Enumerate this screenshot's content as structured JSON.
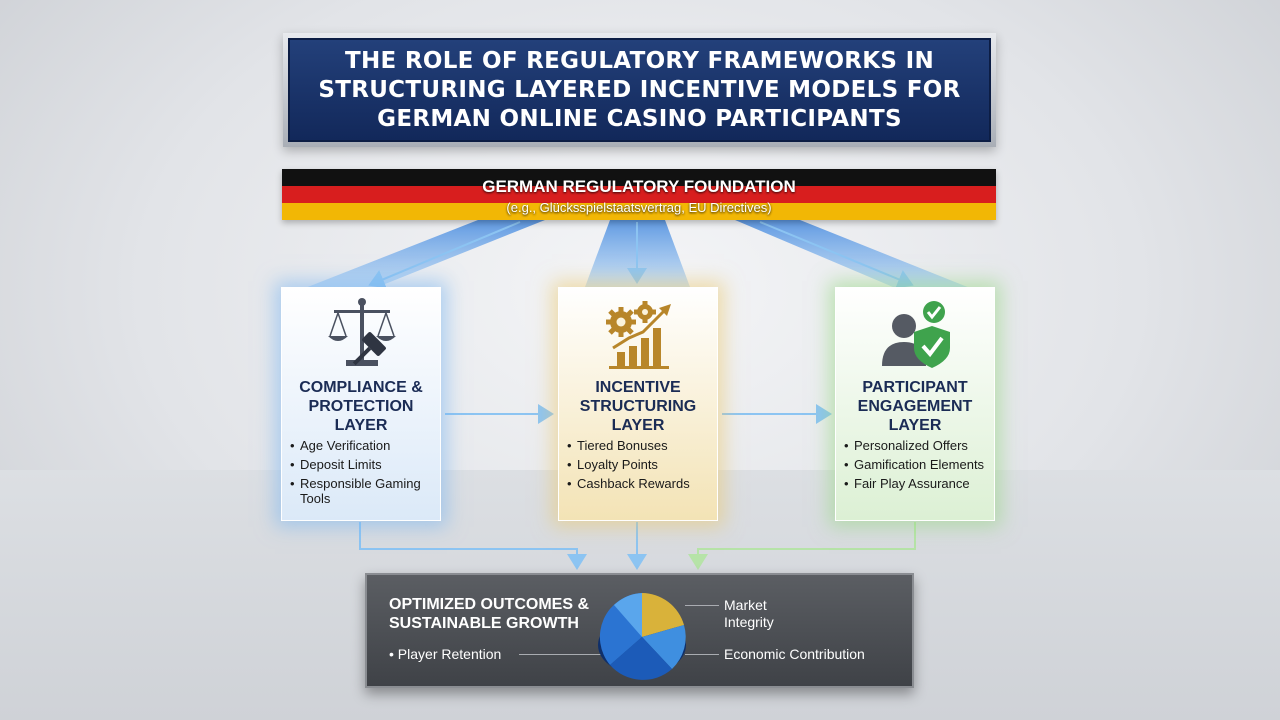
{
  "title": "THE ROLE OF REGULATORY FRAMEWORKS IN STRUCTURING LAYERED INCENTIVE MODELS FOR GERMAN ONLINE CASINO PARTICIPANTS",
  "foundation": {
    "title": "GERMAN REGULATORY FOUNDATION",
    "subtitle": "(e.g., Glücksspielstaatsvertrag, EU Directives)",
    "flag_colors": [
      "#111111",
      "#d81e1e",
      "#f2b705"
    ]
  },
  "layers": [
    {
      "title": "COMPLIANCE & PROTECTION LAYER",
      "icon": "scales-of-justice-gavel-icon",
      "accent": "#78b4f0",
      "items": [
        "Age Verification",
        "Deposit Limits",
        "Responsible Gaming Tools"
      ]
    },
    {
      "title": "INCENTIVE STRUCTURING LAYER",
      "icon": "gears-growth-chart-icon",
      "accent": "#ebc86e",
      "items": [
        "Tiered Bonuses",
        "Loyalty Points",
        "Cashback Rewards"
      ]
    },
    {
      "title": "PARTICIPANT ENGAGEMENT LAYER",
      "icon": "user-shield-check-icon",
      "accent": "#96d782",
      "items": [
        "Personalized Offers",
        "Gamification Elements",
        "Fair Play Assurance"
      ]
    }
  ],
  "outcome": {
    "title": "OPTIMIZED OUTCOMES & SUSTAINABLE GROWTH",
    "icon": "pie-chart-icon",
    "labels": {
      "market": "Market Integrity",
      "retention": "Player Retention",
      "economic": "Economic Contribution"
    }
  }
}
